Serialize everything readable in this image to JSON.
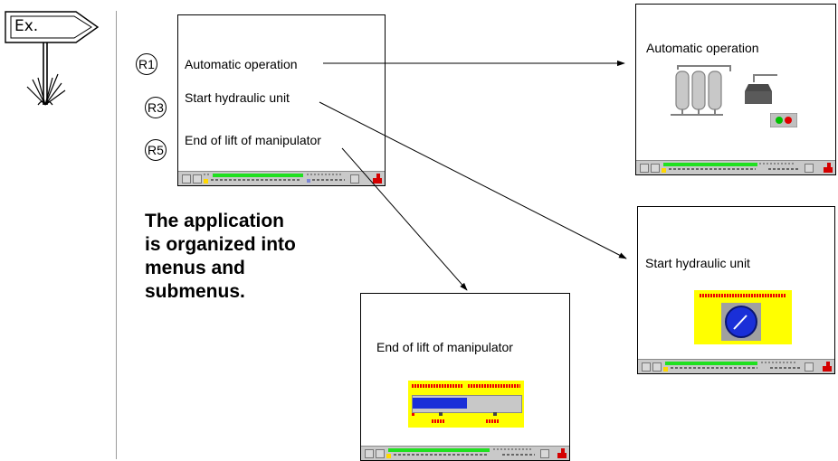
{
  "signpost": {
    "label": "Ex."
  },
  "menu_items": [
    {
      "ref": "R1",
      "label": "Automatic operation"
    },
    {
      "ref": "R3",
      "label": "Start hydraulic unit"
    },
    {
      "ref": "R5",
      "label": "End of lift of manipulator"
    }
  ],
  "caption": "The application is organized into menus and submenus.",
  "screens": {
    "automatic": {
      "title": "Automatic operation"
    },
    "hydraulic": {
      "title": "Start hydraulic unit"
    },
    "manipulator": {
      "title": "End of lift of manipulator"
    }
  },
  "colors": {
    "status_green": "#20e020",
    "panel_yellow": "#ffff00",
    "gauge_blue": "#1a2fd8",
    "alarm_red": "#d40000"
  },
  "icons": [
    "signpost-icon",
    "tank-icon",
    "pump-icon",
    "indicator-lights-icon",
    "gauge-icon",
    "alarm-icon"
  ]
}
